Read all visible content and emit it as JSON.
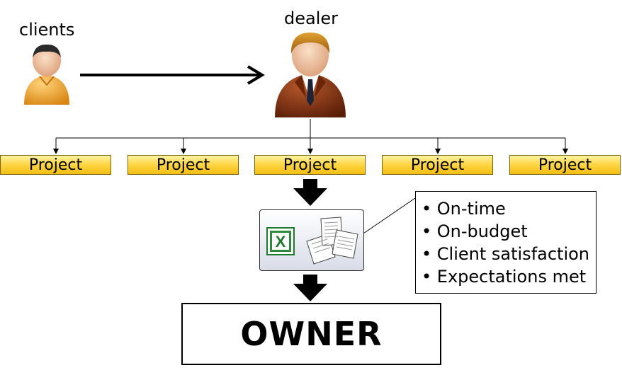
{
  "labels": {
    "clients": "clients",
    "dealer": "dealer"
  },
  "projects": [
    "Project",
    "Project",
    "Project",
    "Project",
    "Project"
  ],
  "criteria": [
    "• On-time",
    "• On-budget",
    "• Client satisfaction",
    "• Expectations met"
  ],
  "owner": "OWNER",
  "icons": {
    "client": "person-icon",
    "dealer": "businessman-icon",
    "spreadsheet": "excel-icon",
    "documents": "documents-icon"
  },
  "colors": {
    "project_fill": "#ffd84a",
    "client_shirt": "#f0a030",
    "dealer_suit": "#8a3a18",
    "excel_green": "#1f7a2e"
  }
}
